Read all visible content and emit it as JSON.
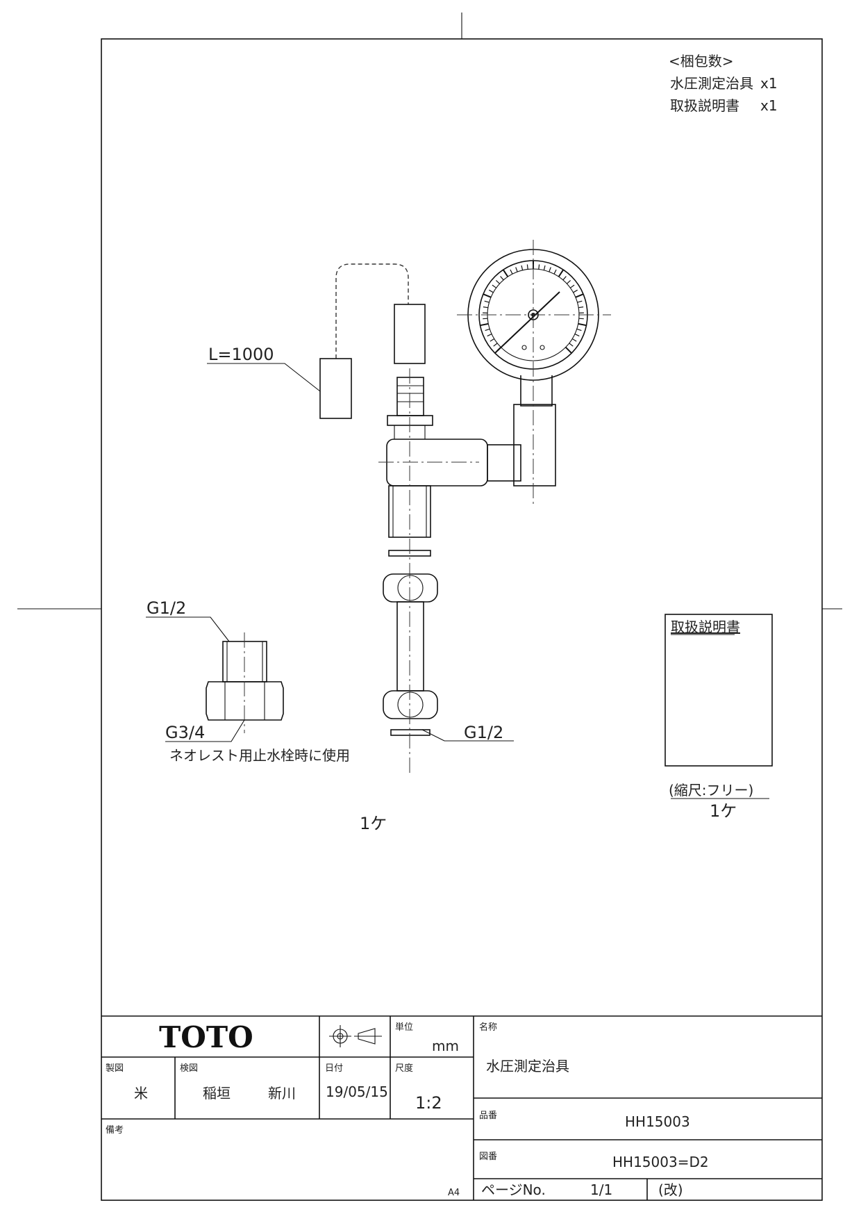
{
  "packing": {
    "heading": "<梱包数>",
    "items": [
      {
        "name": "水圧測定治具",
        "qty": "x1"
      },
      {
        "name": "取扱説明書",
        "qty": "x1"
      }
    ]
  },
  "callouts": {
    "hose_length": "L=1000",
    "adapter_top": "G1/2",
    "adapter_bottom": "G3/4",
    "adapter_note": "ネオレスト用止水栓時に使用",
    "fitting_bottom": "G1/2"
  },
  "main_qty": "1ケ",
  "manual": {
    "title": "取扱説明書",
    "scale_note": "(縮尺:フリー)",
    "qty": "1ケ"
  },
  "title_block": {
    "company": "TOTO",
    "unit_label": "単位",
    "unit": "mm",
    "name_label": "名称",
    "product_name": "水圧測定治具",
    "drafter_label": "製図",
    "drafter": "米",
    "checker_label": "検図",
    "checker_1": "稲垣",
    "checker_2": "新川",
    "date_label": "日付",
    "date": "19/05/15",
    "scale_label": "尺度",
    "scale": "1:2",
    "part_no_label": "品番",
    "part_no": "HH15003",
    "drawing_no_label": "図番",
    "drawing_no": "HH15003=D2",
    "remarks_label": "備考",
    "paper": "A4",
    "page_label": "ページNo.",
    "page": "1/1",
    "revision": "(改)"
  }
}
